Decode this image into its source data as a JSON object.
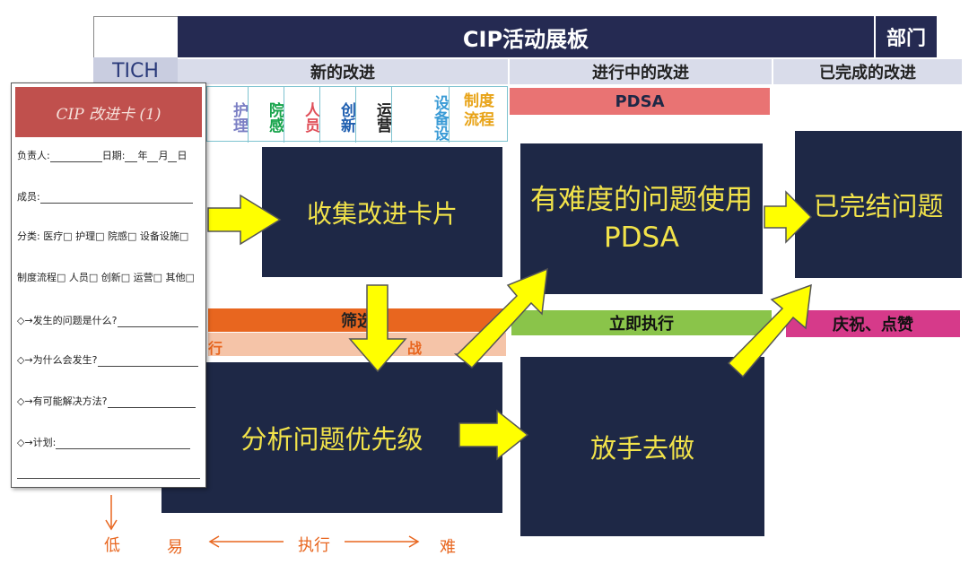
{
  "header": {
    "title": "CIP活动展板",
    "dept": "部门",
    "org": "TICH"
  },
  "columns": {
    "new": "新的改进",
    "inprogress": "进行中的改进",
    "done": "已完成的改进"
  },
  "categories": [
    {
      "label": "护理",
      "color": "#7b7fc4"
    },
    {
      "label": "院感",
      "color": "#16a34a"
    },
    {
      "label": "人员",
      "color": "#e0505a"
    },
    {
      "label": "创新",
      "color": "#1f5fb0"
    },
    {
      "label": "运营",
      "color": "#222222"
    },
    {
      "label": "设备设",
      "color": "#3a9bd6"
    },
    {
      "label": "制度流程",
      "color": "#e8a317"
    }
  ],
  "pdsa_bar": "PDSA",
  "boxes": {
    "collect": "收集改进卡片",
    "pdsa": "有难度的问题使用PDSA",
    "finished": "已完结问题",
    "analyze": "分析问题优先级",
    "just_do": "放手去做"
  },
  "bars": {
    "filter": "筛选",
    "filter_left": "行",
    "filter_right": "战",
    "execute": "立即执行",
    "celebrate": "庆祝、点赞"
  },
  "axis": {
    "low": "低",
    "easy": "易",
    "exec": "执行",
    "hard": "难"
  },
  "card": {
    "title": "CIP 改进卡 (1)",
    "owner_label": "负责人:",
    "date_label": "日期:",
    "year": "年",
    "month": "月",
    "day": "日",
    "members_label": "成员:",
    "class_line1": "分类: 医疗□ 护理□ 院感□ 设备设施□",
    "class_line2": "制度流程□ 人员□ 创新□ 运营□ 其他□",
    "q1": "◇→发生的问题是什么?",
    "q2": "◇→为什么会发生?",
    "q3": "◇→有可能解决方法?",
    "q4": "◇→计划:"
  },
  "colors": {
    "navy": "#1e2846",
    "yellow_text": "#f2e34a",
    "arrow": "#ffff00",
    "pdsa": "#e97373",
    "filter": "#e8661f",
    "execute": "#8ac44a",
    "celebrate": "#d63a8a",
    "card_header": "#c0504d"
  }
}
